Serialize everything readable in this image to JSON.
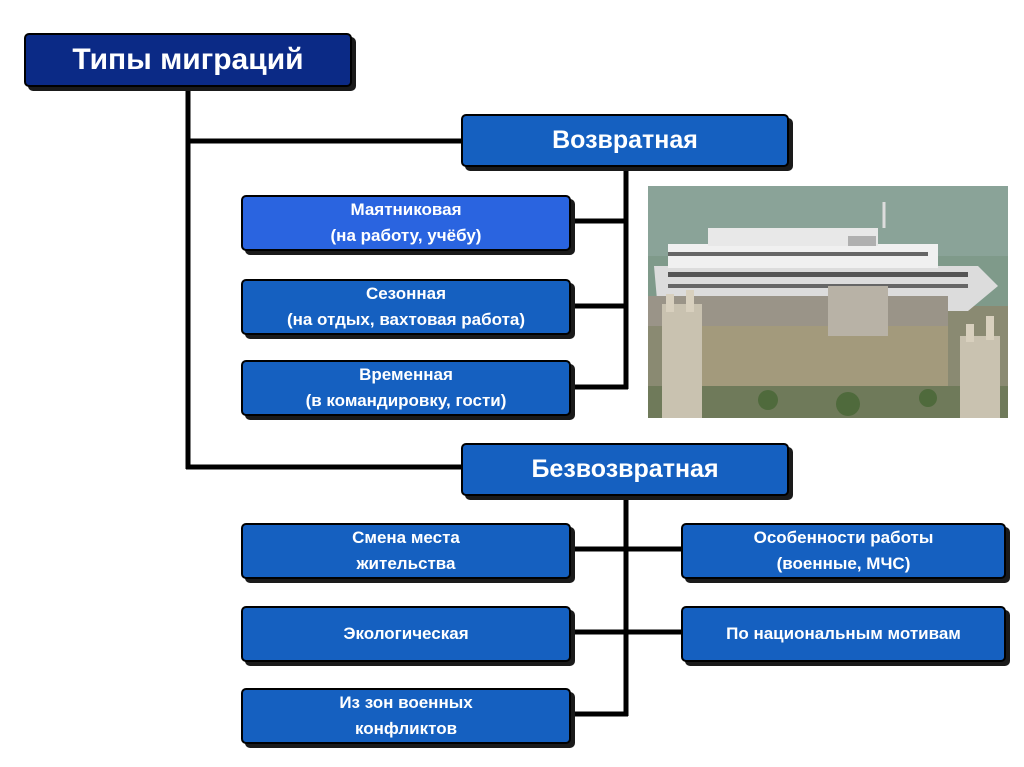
{
  "title": "Типы миграций",
  "returnable": {
    "label": "Возвратная",
    "items": [
      {
        "line1": "Маятниковая",
        "line2": "(на работу, учёбу)"
      },
      {
        "line1": "Сезонная",
        "line2": "(на отдых, вахтовая работа)"
      },
      {
        "line1": "Временная",
        "line2": "(в командировку, гости)"
      }
    ]
  },
  "nonreturnable": {
    "label": "Безвозвратная",
    "left_items": [
      {
        "line1": "Смена места",
        "line2": "жительства"
      },
      {
        "line1": "Экологическая",
        "line2": ""
      },
      {
        "line1": "Из зон военных",
        "line2": "конфликтов"
      }
    ],
    "right_items": [
      {
        "line1": "Особенности работы",
        "line2": "(военные, МЧС)"
      },
      {
        "line1": "По национальным мотивам",
        "line2": ""
      }
    ]
  },
  "colors": {
    "dark_box": "#0b2a86",
    "mid_box": "#1560c0",
    "light_box": "#2a64e0",
    "connector": "#000000"
  }
}
